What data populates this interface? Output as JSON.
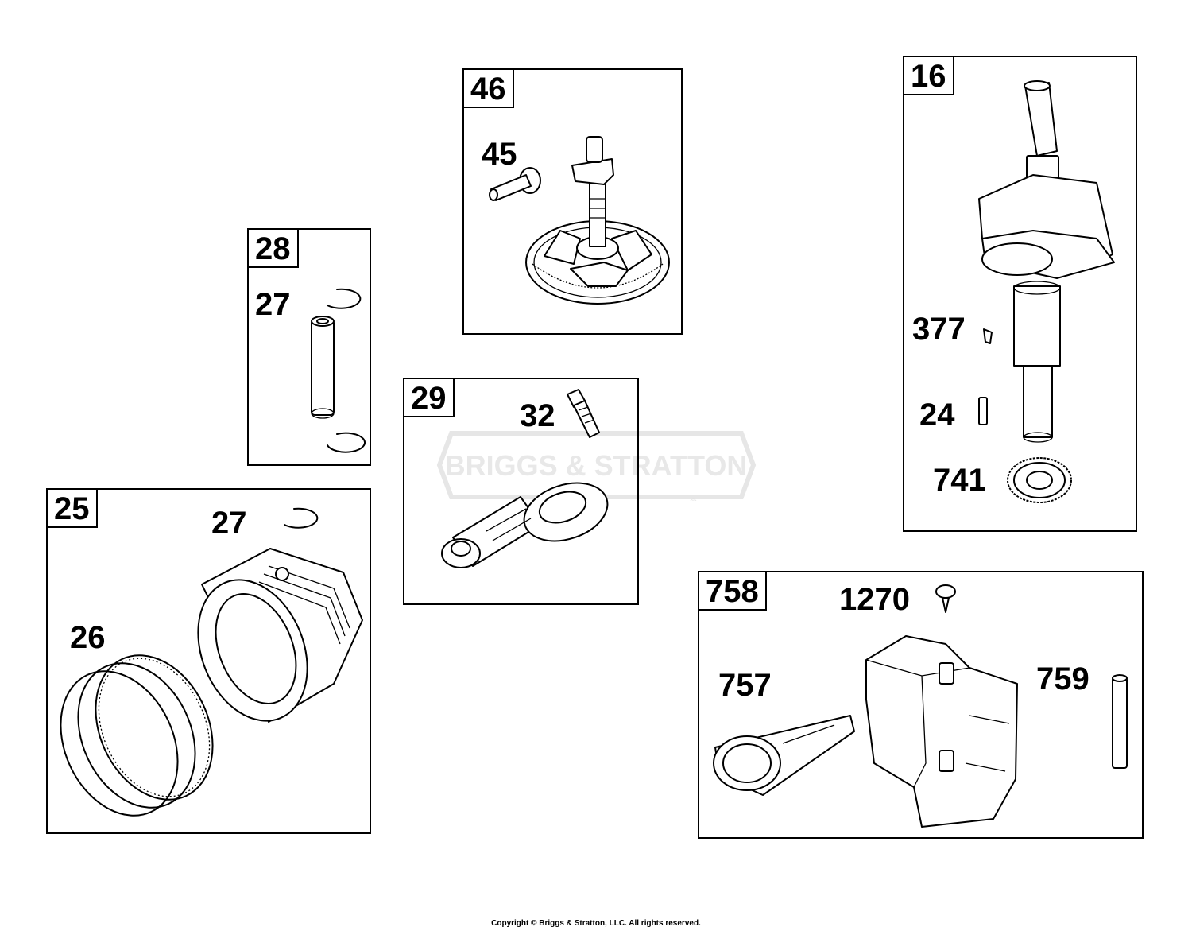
{
  "panels": {
    "p46": {
      "ref": "46",
      "callouts": {
        "c45": "45"
      }
    },
    "p28": {
      "ref": "28",
      "callouts": {
        "c27": "27"
      }
    },
    "p29": {
      "ref": "29",
      "callouts": {
        "c32": "32"
      }
    },
    "p25": {
      "ref": "25",
      "callouts": {
        "c27": "27",
        "c26": "26"
      }
    },
    "p16": {
      "ref": "16",
      "callouts": {
        "c377": "377",
        "c24": "24",
        "c741": "741"
      }
    },
    "p758": {
      "ref": "758",
      "callouts": {
        "c1270": "1270",
        "c757": "757",
        "c759": "759"
      }
    }
  },
  "watermark": {
    "brand": "BRIGGS & STRATTON",
    "mark": "®"
  },
  "footer": {
    "copyright": "Copyright © Briggs & Stratton, LLC. All rights reserved."
  },
  "icons": [
    "camshaft-gear-icon",
    "rod-pin-icon",
    "wrist-pin-icon",
    "retaining-clip-icon",
    "connecting-rod-icon",
    "bolt-icon",
    "piston-icon",
    "piston-ring-set-icon",
    "crankshaft-icon",
    "key-icon",
    "crank-gear-icon",
    "breather-icon",
    "push-rivet-icon",
    "dowel-pin-icon",
    "baffle-plate-icon"
  ]
}
